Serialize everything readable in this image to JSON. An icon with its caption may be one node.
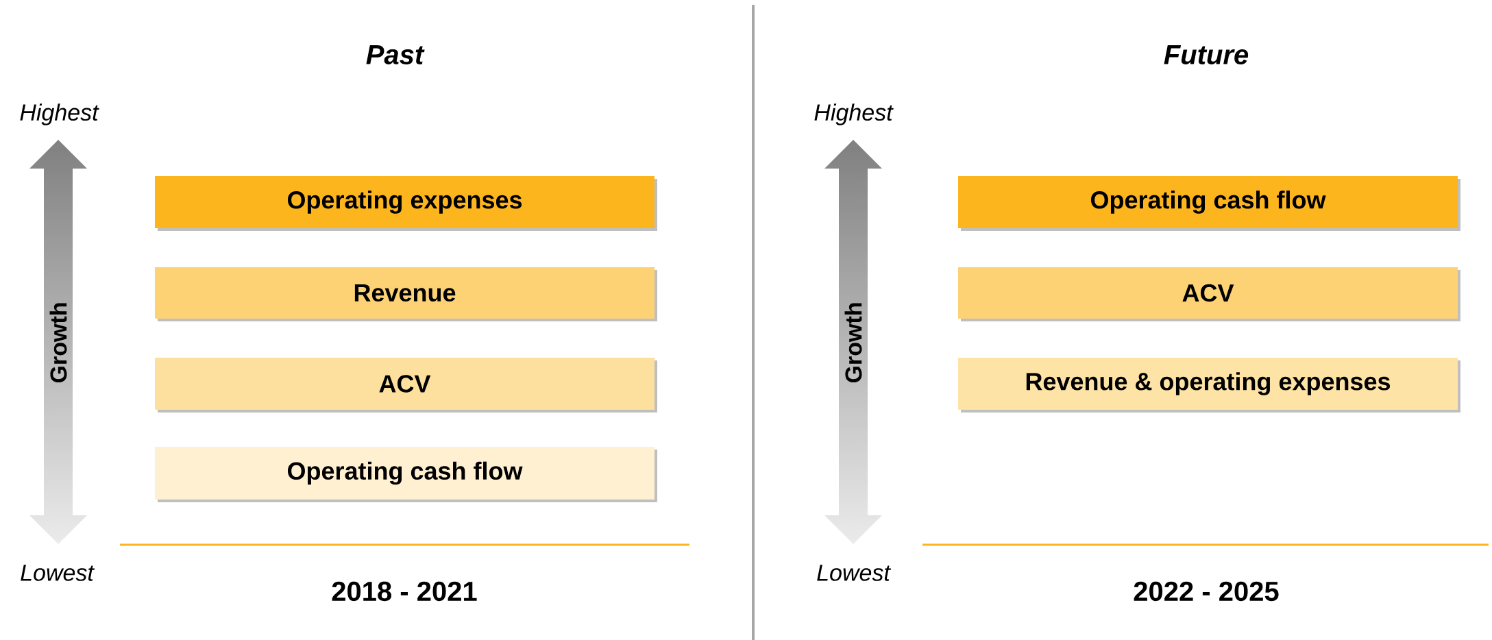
{
  "diagram": {
    "nodes": [
      {
        "text": [
          "Operating expenses"
        ]
      },
      {
        "text": [
          "Revenue"
        ]
      },
      {
        "text": [
          "ACV"
        ]
      },
      {
        "text": [
          "Operating cash flow"
        ]
      },
      {
        "text": [
          "Operating cash flow"
        ]
      },
      {
        "text": [
          "ACV"
        ]
      },
      {
        "text": [
          "Revenue & operating expenses"
        ]
      }
    ],
    "labels": [
      "Past",
      "Highest",
      "Growth",
      "Lowest",
      "2018 - 2021",
      "Future",
      "Highest",
      "Growth",
      "Lowest",
      "2022 - 2025"
    ]
  }
}
